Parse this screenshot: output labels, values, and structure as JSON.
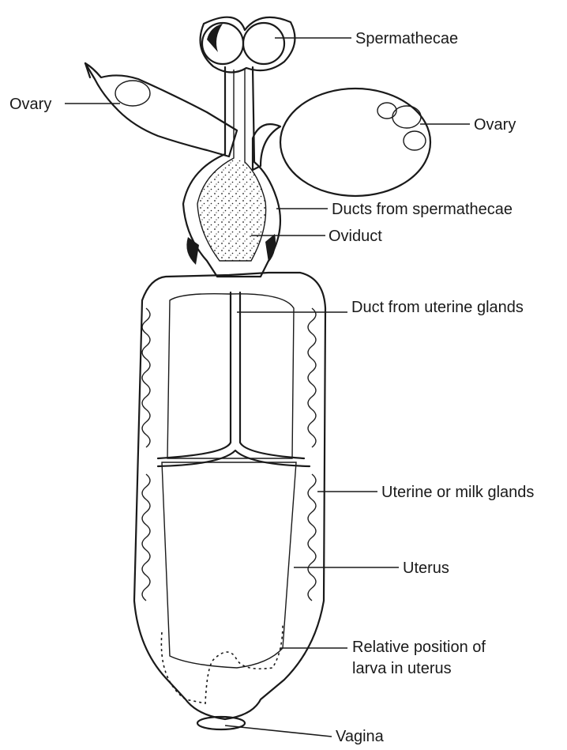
{
  "labels": {
    "spermathecae": "Spermathecae",
    "ovary_left": "Ovary",
    "ovary_right": "Ovary",
    "ducts_spermathecae": "Ducts from spermathecae",
    "oviduct": "Oviduct",
    "duct_uterine_glands": "Duct from uterine glands",
    "uterine_glands": "Uterine or milk glands",
    "uterus": "Uterus",
    "larva_line1": "Relative position of",
    "larva_line2": "larva in uterus",
    "vagina": "Vagina"
  },
  "colors": {
    "ink": "#1a1a1a",
    "paper": "#ffffff"
  }
}
